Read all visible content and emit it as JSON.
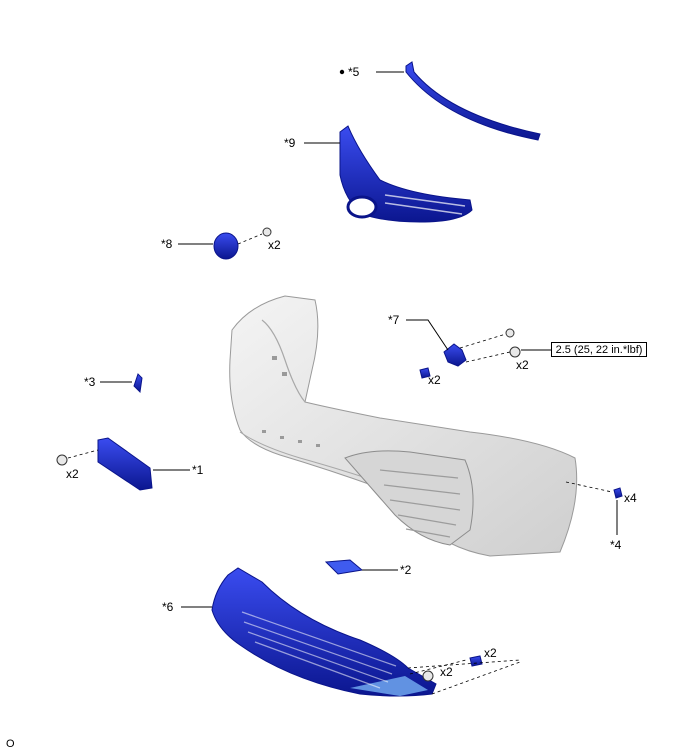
{
  "callouts": {
    "c1": "*1",
    "c2": "*2",
    "c3": "*3",
    "c4": "*4",
    "c5": "*5",
    "c6": "*6",
    "c7": "*7",
    "c8": "*8",
    "c9": "*9"
  },
  "quantities": {
    "grille_cover_clips": "x2",
    "bracket_bolts": "x2",
    "bracket_clips": "x2",
    "license_bolts": "x2",
    "side_clips": "x4",
    "lower_clips_right": "x2",
    "lower_clips_left": "x2"
  },
  "torque": "2.5 (25, 22 in.*lbf)",
  "figure_code": "O",
  "colors": {
    "part_blue": "#1f2fd0",
    "part_blue_dark": "#0a148a",
    "bumper_gray": "#e6e6e6",
    "bumper_shadow": "#b9b9b9",
    "line": "#000000"
  }
}
